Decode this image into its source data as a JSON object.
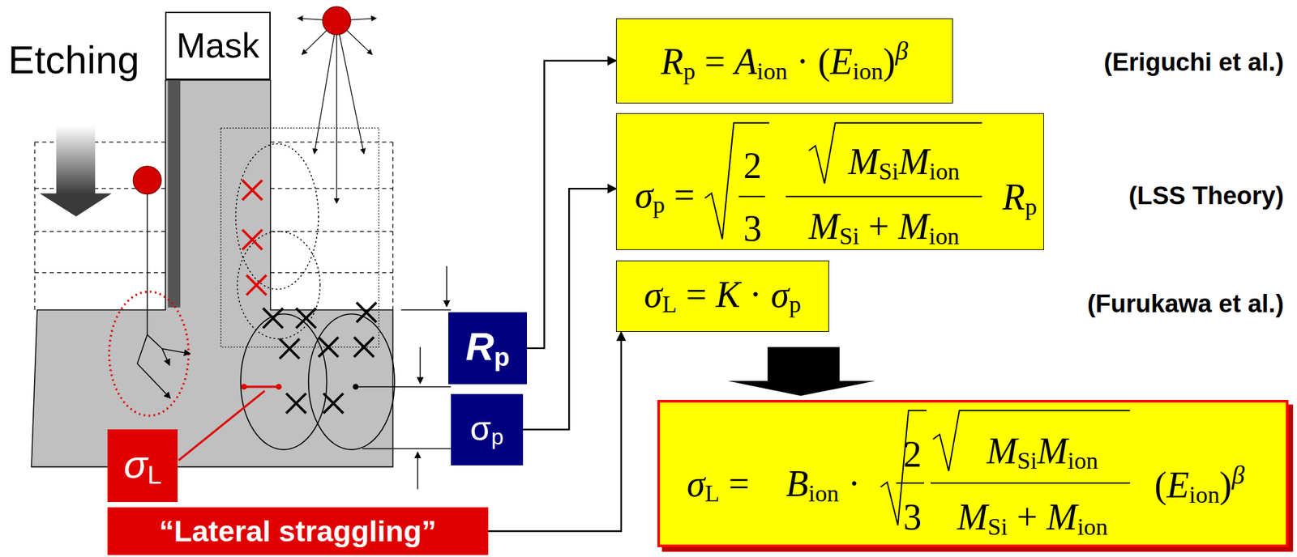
{
  "diagram": {
    "nodes": [
      {
        "text": [
          "Mask"
        ]
      },
      {
        "text": [
          "Rp = Aion · (Eion)β"
        ]
      },
      {
        "text": [
          "σp =",
          "2",
          "3",
          "MSiMion",
          "MSi + Mion",
          "Rp"
        ]
      },
      {
        "text": [
          "σL = K · σp"
        ]
      },
      {
        "text": [
          "Rp"
        ]
      },
      {
        "text": [
          "σp"
        ]
      },
      {
        "text": [
          "σL =",
          "Bion ·",
          "2",
          "3",
          "MSiMion",
          "MSi + Mion",
          "(Eion)β"
        ]
      },
      {
        "text": [
          "σL"
        ]
      },
      {
        "text": [
          "“Lateral straggling”"
        ]
      }
    ],
    "edges": [
      {
        "from": 4,
        "to": 1,
        "arrow": "to"
      },
      {
        "from": 5,
        "to": 2,
        "arrow": "to"
      },
      {
        "from": 8,
        "to": 3,
        "arrow": "to"
      }
    ],
    "labels": [
      "Etching",
      "(Eriguchi et al.)",
      "(LSS Theory)",
      "(Furukawa et al.)"
    ]
  }
}
